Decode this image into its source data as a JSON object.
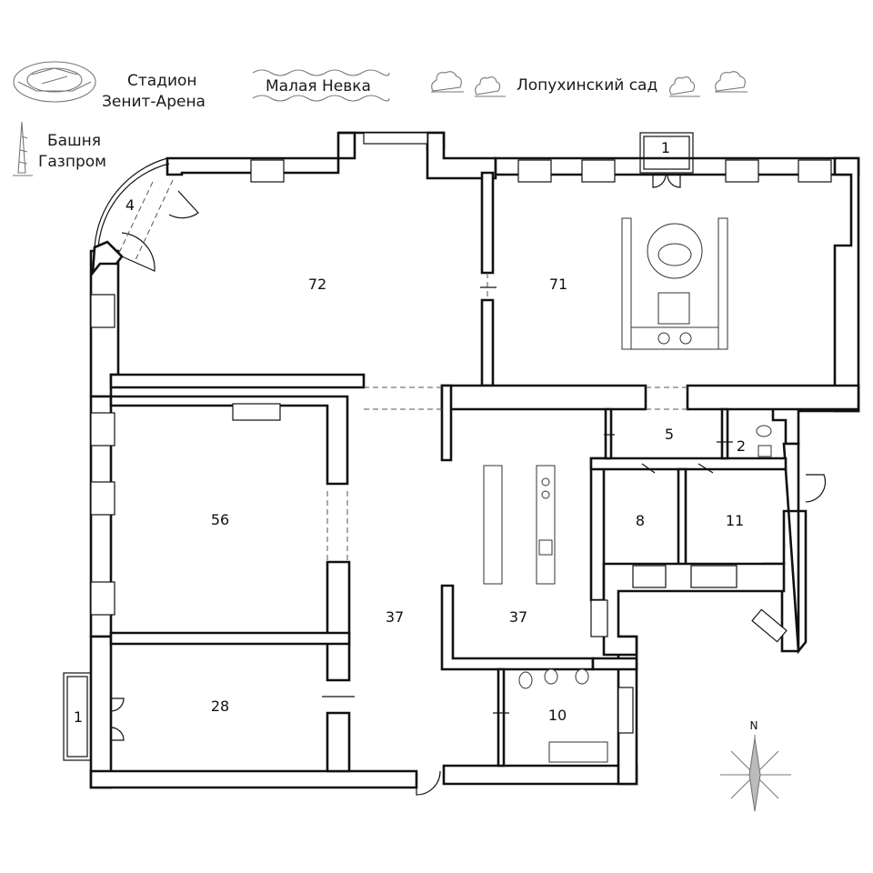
{
  "landmarks": {
    "stadium": {
      "line1": "Стадион",
      "line2": "Зенит-Арена",
      "icon": "stadium-icon"
    },
    "river": {
      "label": "Малая Невка",
      "icon": "river-icon"
    },
    "garden": {
      "label": "Лопухинский сад",
      "icon": "trees-icon"
    },
    "tower": {
      "line1": "Башня",
      "line2": "Газпром",
      "icon": "tower-icon"
    }
  },
  "compass": {
    "label": "N",
    "icon": "compass-rose-icon"
  },
  "rooms": {
    "r72": "72",
    "r71": "71",
    "r56": "56",
    "r37a": "37",
    "r37b": "37",
    "r28": "28",
    "r10": "10",
    "r8": "8",
    "r11": "11",
    "r5": "5",
    "r2": "2",
    "r4": "4",
    "r1top": "1",
    "r1left": "1"
  },
  "colors": {
    "wall": "#111111",
    "background": "#ffffff",
    "icon": "#777777"
  }
}
